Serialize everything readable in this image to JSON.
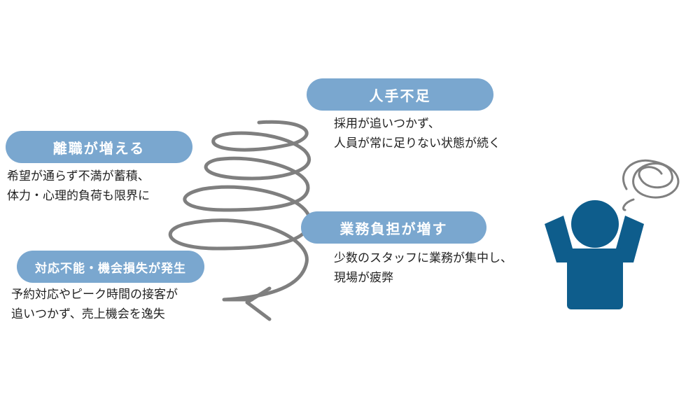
{
  "colors": {
    "pill_bg": "#7aa7cf",
    "pill_text": "#ffffff",
    "spiral": "#7f7f7f",
    "person": "#0e5d8c",
    "scribble": "#808080"
  },
  "icons": {
    "cycle_arrow": "spiral-arrow-icon",
    "stressed_person": "stressed-person-icon"
  },
  "nodes": {
    "shortage": {
      "title": "人手不足",
      "lines": [
        "採用が追いつかず、",
        "人員が常に足りない状態が続く"
      ]
    },
    "workload": {
      "title": "業務負担が増す",
      "lines": [
        "少数のスタッフに業務が集中し、",
        "現場が疲弊"
      ]
    },
    "turnover": {
      "title": "離職が増える",
      "lines": [
        "希望が通らず不満が蓄積、",
        "体力・心理的負荷も限界に"
      ]
    },
    "loss": {
      "title": "対応不能・機会損失が発生",
      "lines": [
        "予約対応やピーク時間の接客が",
        "追いつかず、売上機会を逸失"
      ]
    }
  }
}
